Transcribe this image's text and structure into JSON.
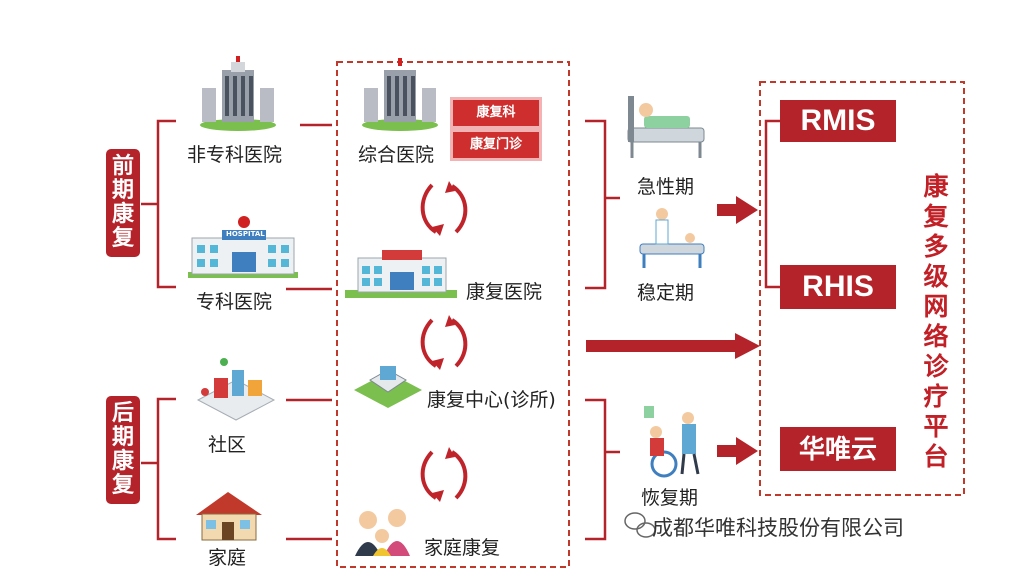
{
  "phases": {
    "early": "前期康复",
    "late": "后期康复"
  },
  "hospitals": {
    "non_specialized": "非专科医院",
    "specialized": "专科医院",
    "community": "社区",
    "home": "家庭"
  },
  "center": {
    "general_hospital": "综合医院",
    "dept_rehab": "康复科",
    "dept_clinic": "康复门诊",
    "rehab_hospital": "康复医院",
    "rehab_center": "康复中心(诊所)",
    "home_rehab": "家庭康复",
    "hospital_sign": "HOSPITAL"
  },
  "stages": {
    "acute": "急性期",
    "stable": "稳定期",
    "recovery": "恢复期"
  },
  "platform": {
    "rmis": "RMIS",
    "rhis": "RHIS",
    "cloud": "华唯云",
    "title": "康复多级网络诊疗平台"
  },
  "watermark": "成都华唯科技股份有限公司",
  "colors": {
    "accent_red": "#b5232a",
    "tag_red": "#cf2e2e",
    "dashed_red": "#c0392b"
  }
}
